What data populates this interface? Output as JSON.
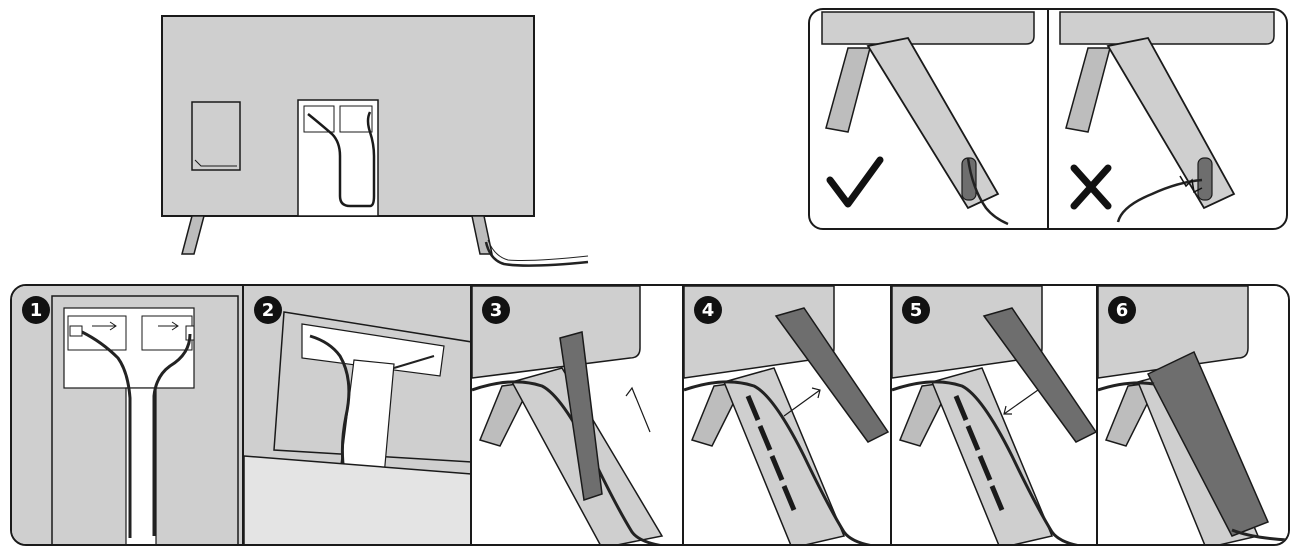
{
  "steps": [
    {
      "number": "1"
    },
    {
      "number": "2"
    },
    {
      "number": "3"
    },
    {
      "number": "4"
    },
    {
      "number": "5"
    },
    {
      "number": "6"
    }
  ],
  "compare": {
    "correct_icon": "check-mark-icon",
    "incorrect_icon": "cross-mark-icon"
  },
  "colors": {
    "outline": "#1a1a1a",
    "tv_panel": "#cfcfcf",
    "stand": "#bdbdbd",
    "cover": "#6e6e6e",
    "cable": "#222222"
  }
}
